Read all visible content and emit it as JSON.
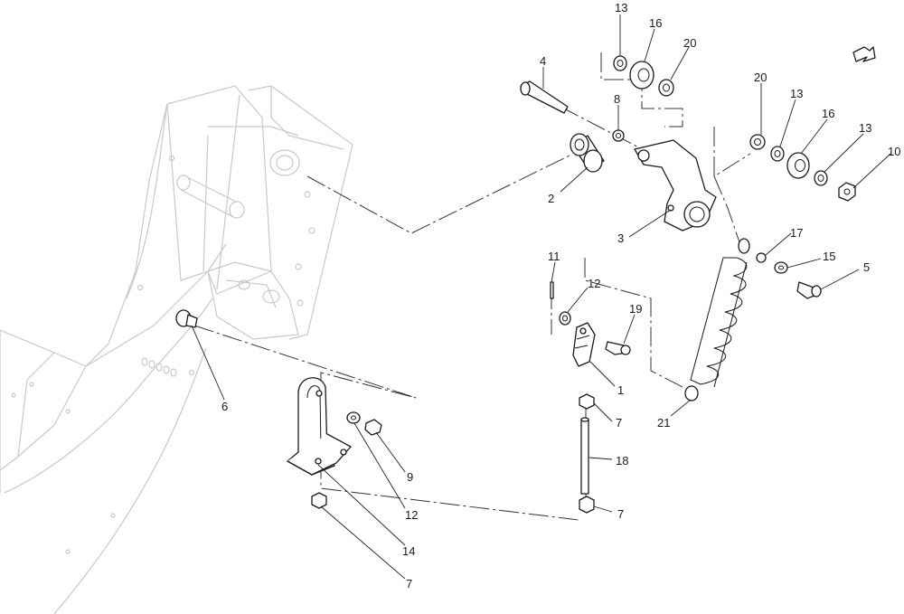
{
  "callouts": [
    {
      "id": "c13a",
      "text": "13"
    },
    {
      "id": "c16a",
      "text": "16"
    },
    {
      "id": "c20a",
      "text": "20"
    },
    {
      "id": "c4",
      "text": "4"
    },
    {
      "id": "c8",
      "text": "8"
    },
    {
      "id": "c20b",
      "text": "20"
    },
    {
      "id": "c13b",
      "text": "13"
    },
    {
      "id": "c16b",
      "text": "16"
    },
    {
      "id": "c13c",
      "text": "13"
    },
    {
      "id": "c10",
      "text": "10"
    },
    {
      "id": "c2",
      "text": "2"
    },
    {
      "id": "c3",
      "text": "3"
    },
    {
      "id": "c17",
      "text": "17"
    },
    {
      "id": "c15",
      "text": "15"
    },
    {
      "id": "c5",
      "text": "5"
    },
    {
      "id": "c11",
      "text": "11"
    },
    {
      "id": "c12a",
      "text": "12"
    },
    {
      "id": "c19",
      "text": "19"
    },
    {
      "id": "c1",
      "text": "1"
    },
    {
      "id": "c7a",
      "text": "7"
    },
    {
      "id": "c21",
      "text": "21"
    },
    {
      "id": "c18",
      "text": "18"
    },
    {
      "id": "c7b",
      "text": "7"
    },
    {
      "id": "c6",
      "text": "6"
    },
    {
      "id": "c9",
      "text": "9"
    },
    {
      "id": "c12b",
      "text": "12"
    },
    {
      "id": "c14",
      "text": "14"
    },
    {
      "id": "c7c",
      "text": "7"
    }
  ],
  "icons": {
    "direction": "direction-arrow-icon"
  }
}
